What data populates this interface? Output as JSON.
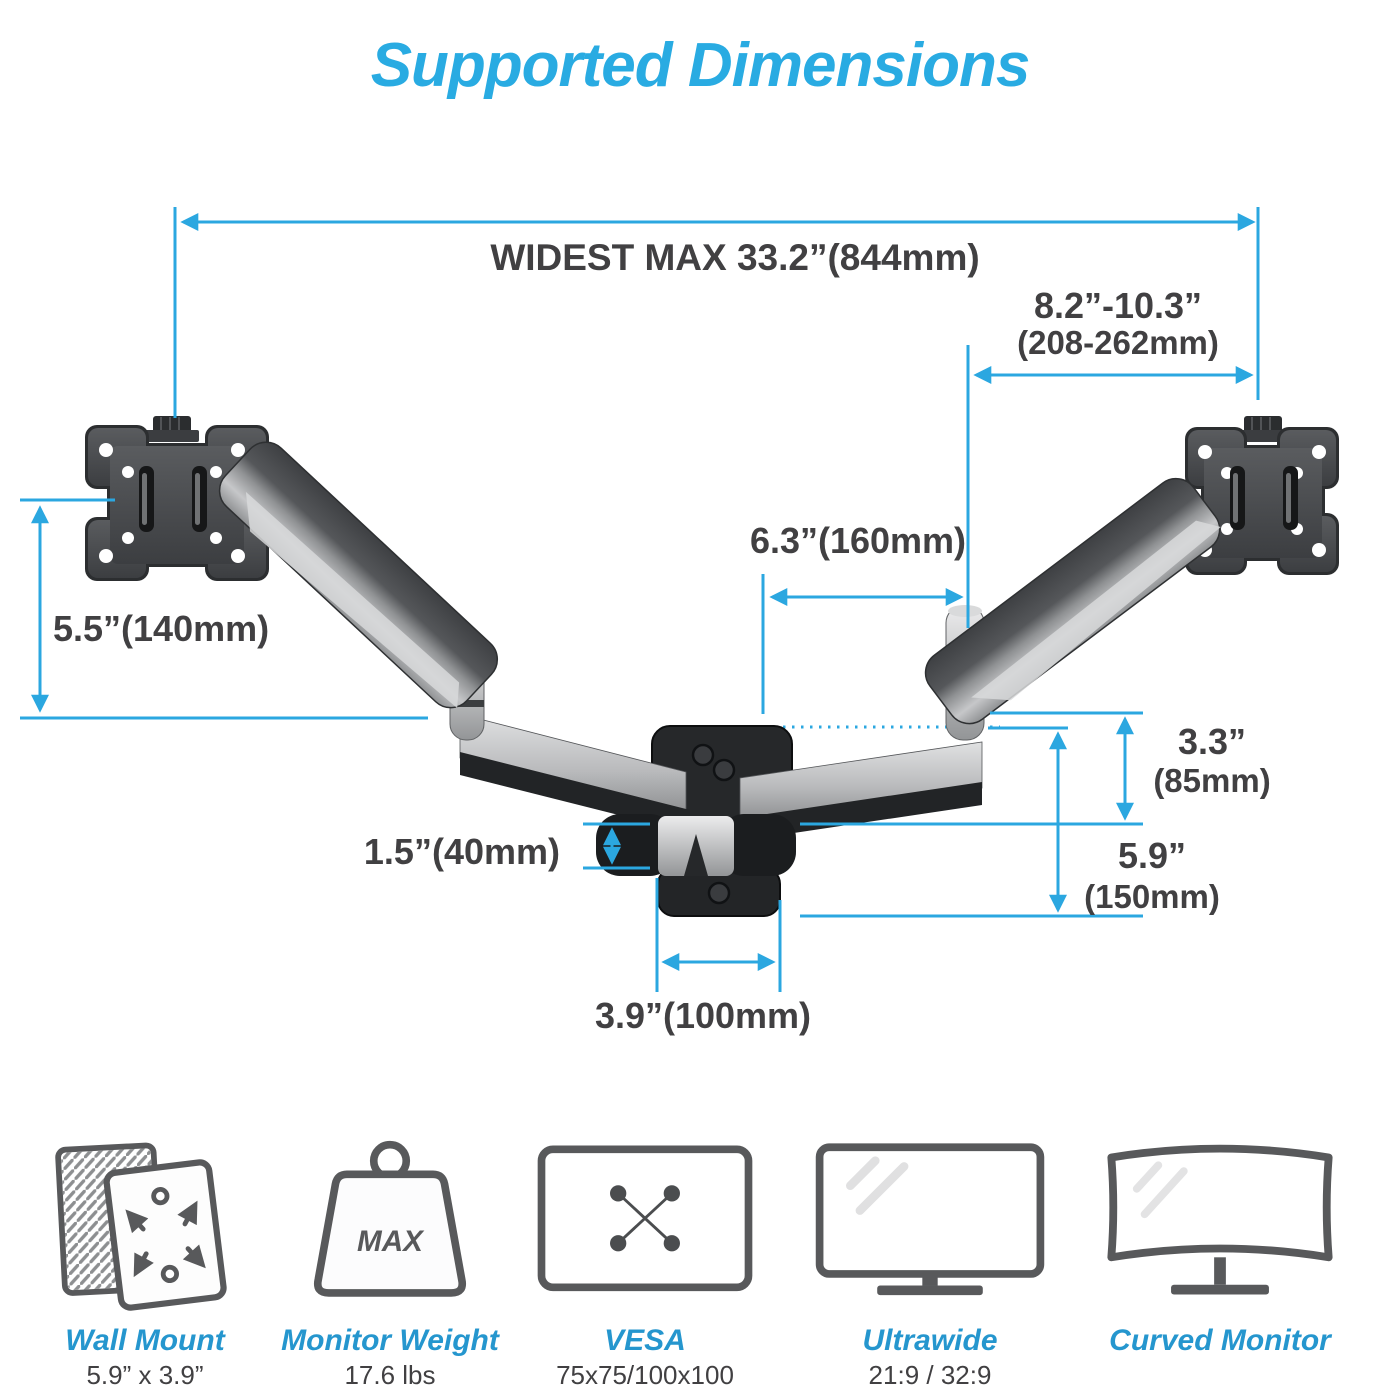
{
  "title": "Supported Dimensions",
  "colors": {
    "accent_blue": "#29abe2",
    "dimension_blue": "#2ba7e0",
    "label_blue": "#2596ce",
    "text_dark": "#414042",
    "icon_gray": "#58595b"
  },
  "diagram": {
    "widest_max": "WIDEST MAX 33.2”(844mm)",
    "extension_range": "8.2”-10.3”",
    "extension_range_mm": "(208-262mm)",
    "arm_offset": "6.3”(160mm)",
    "vesa_drop": "5.5”(140mm)",
    "hinge_height": "1.5”(40mm)",
    "pivot_height": "3.3”",
    "pivot_height_mm": "(85mm)",
    "plate_height": "5.9”",
    "plate_height_mm": "(150mm)",
    "plate_width": "3.9”(100mm)"
  },
  "features": [
    {
      "icon": "wall-mount",
      "label": "Wall Mount",
      "value": "5.9” x 3.9”"
    },
    {
      "icon": "monitor-weight",
      "label": "Monitor Weight",
      "value": "17.6 lbs",
      "badge": "MAX"
    },
    {
      "icon": "vesa",
      "label": "VESA",
      "value": "75x75/100x100"
    },
    {
      "icon": "ultrawide",
      "label": "Ultrawide",
      "value": "21:9 / 32:9"
    },
    {
      "icon": "curved-monitor",
      "label": "Curved Monitor",
      "value": ""
    }
  ]
}
